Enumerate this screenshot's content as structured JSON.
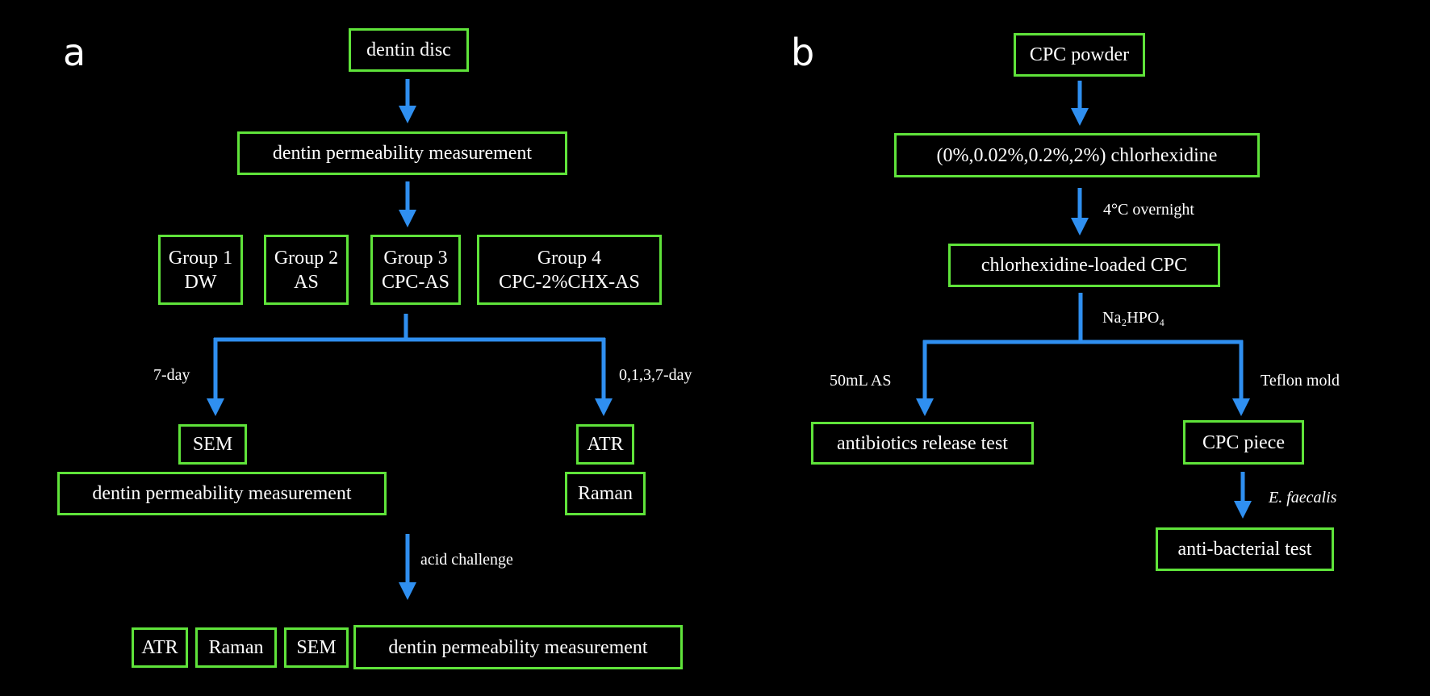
{
  "colors": {
    "background": "#000000",
    "box_border": "#5fe33a",
    "arrow": "#2f8ff0",
    "text": "#ffffff"
  },
  "panel_a": {
    "letter": "a",
    "dentin_disc": "dentin disc",
    "permeability_1": "dentin permeability measurement",
    "groups": [
      {
        "line1": "Group 1",
        "line2": "DW"
      },
      {
        "line1": "Group 2",
        "line2": "AS"
      },
      {
        "line1": "Group 3",
        "line2": "CPC-AS"
      },
      {
        "line1": "Group 4",
        "line2": "CPC-2%CHX-AS"
      }
    ],
    "label_left": "7-day",
    "label_right": "0,1,3,7-day",
    "sem": "SEM",
    "permeability_2": "dentin permeability measurement",
    "atr": "ATR",
    "raman": "Raman",
    "label_acid": "acid challenge",
    "bottom": {
      "atr": "ATR",
      "raman": "Raman",
      "sem": "SEM",
      "permeability": "dentin permeability measurement"
    }
  },
  "panel_b": {
    "letter": "b",
    "cpc_powder": "CPC powder",
    "chlorhexidine": "(0%,0.02%,0.2%,2%) chlorhexidine",
    "label_overnight": "4°C overnight",
    "loaded_cpc": "chlorhexidine-loaded CPC",
    "label_na2hpo4": "Na₂HPO₄",
    "label_left": "50mL AS",
    "label_right": "Teflon mold",
    "release_test": "antibiotics release test",
    "cpc_piece": "CPC piece",
    "label_bacteria": "E. faecalis",
    "antibacterial_test": "anti-bacterial test"
  }
}
